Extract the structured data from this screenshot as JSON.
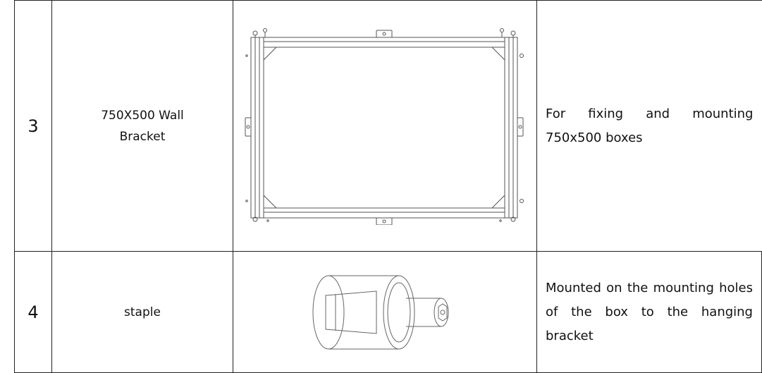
{
  "rows": [
    {
      "number": "3",
      "name_line1": "750X500 Wall",
      "name_line2": "Bracket",
      "image": "wall-bracket-drawing",
      "description": "For fixing and mounting 750x500 boxes"
    },
    {
      "number": "4",
      "name": "staple",
      "image": "staple-drawing",
      "description": "Mounted on the mounting holes of the box to the hanging bracket"
    }
  ]
}
